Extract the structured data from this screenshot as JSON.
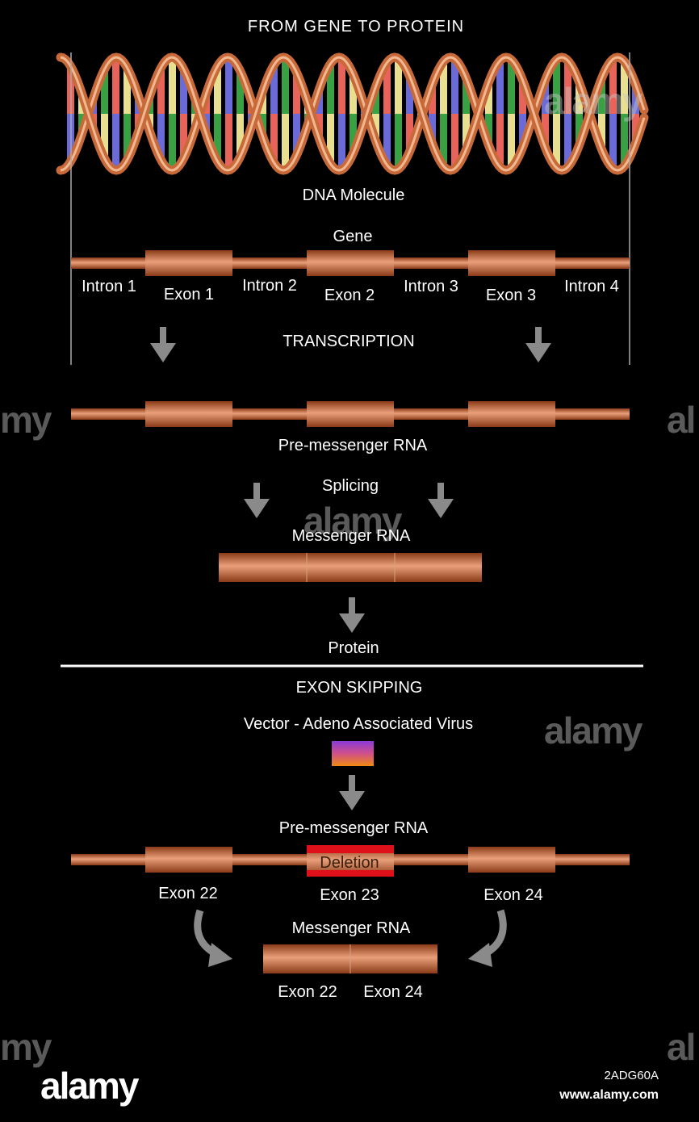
{
  "title": "FROM GENE TO PROTEIN",
  "dna_label": "DNA Molecule",
  "gene_label": "Gene",
  "gene_segments": [
    "Intron 1",
    "Exon 1",
    "Intron 2",
    "Exon 2",
    "Intron 3",
    "Exon 3",
    "Intron 4"
  ],
  "transcription": "TRANSCRIPTION",
  "pre_mrna_label": "Pre-messenger RNA",
  "splicing_label": "Splicing",
  "mrna_label": "Messenger RNA",
  "protein_label": "Protein",
  "exon_skipping_title": "EXON SKIPPING",
  "vector_label": "Vector - Adeno  Associated  Virus",
  "pre_mrna_label_2": "Pre-messenger RNA",
  "deletion_label": "Deletion",
  "skip_exons": [
    "Exon 22",
    "Exon 23",
    "Exon 24"
  ],
  "mrna_label_2": "Messenger RNA",
  "final_exons": [
    "Exon 22",
    "Exon 24"
  ],
  "footer": {
    "logo": "alamy",
    "image_id": "2ADG60A",
    "url": "www.alamy.com"
  },
  "colors": {
    "strand": "#c8693a",
    "base_red": "#e8645a",
    "base_green": "#3aa044",
    "base_blue": "#6a6ad8",
    "base_yellow": "#e8e090",
    "arrow": "#8a8a8a",
    "deletion": "#e0101a"
  }
}
